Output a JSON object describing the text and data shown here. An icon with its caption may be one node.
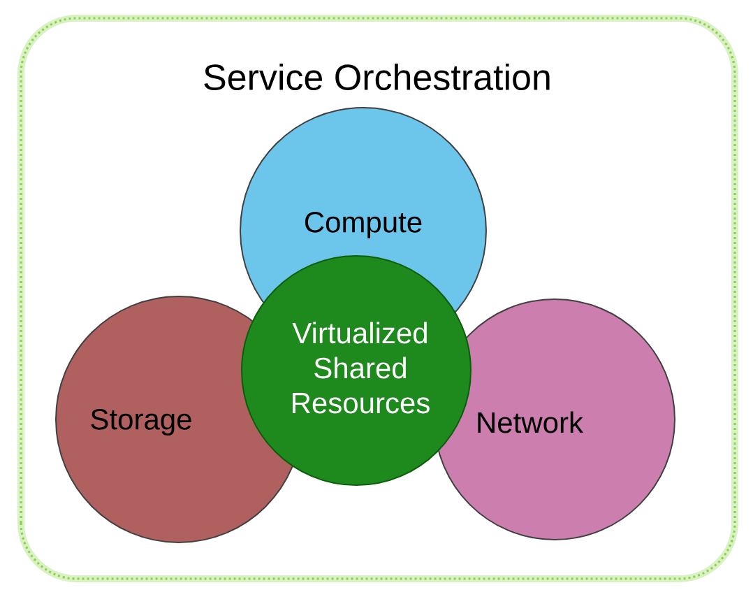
{
  "diagram": {
    "nodes": [
      {
        "text": [
          "Service Orchestration"
        ]
      },
      {
        "text": [
          "Compute"
        ],
        "in": 0
      },
      {
        "text": [
          "Virtualized Shared Resources"
        ],
        "in": 0
      },
      {
        "text": [
          "Storage"
        ],
        "in": 0
      },
      {
        "text": [
          "Network"
        ],
        "in": 0
      }
    ]
  }
}
